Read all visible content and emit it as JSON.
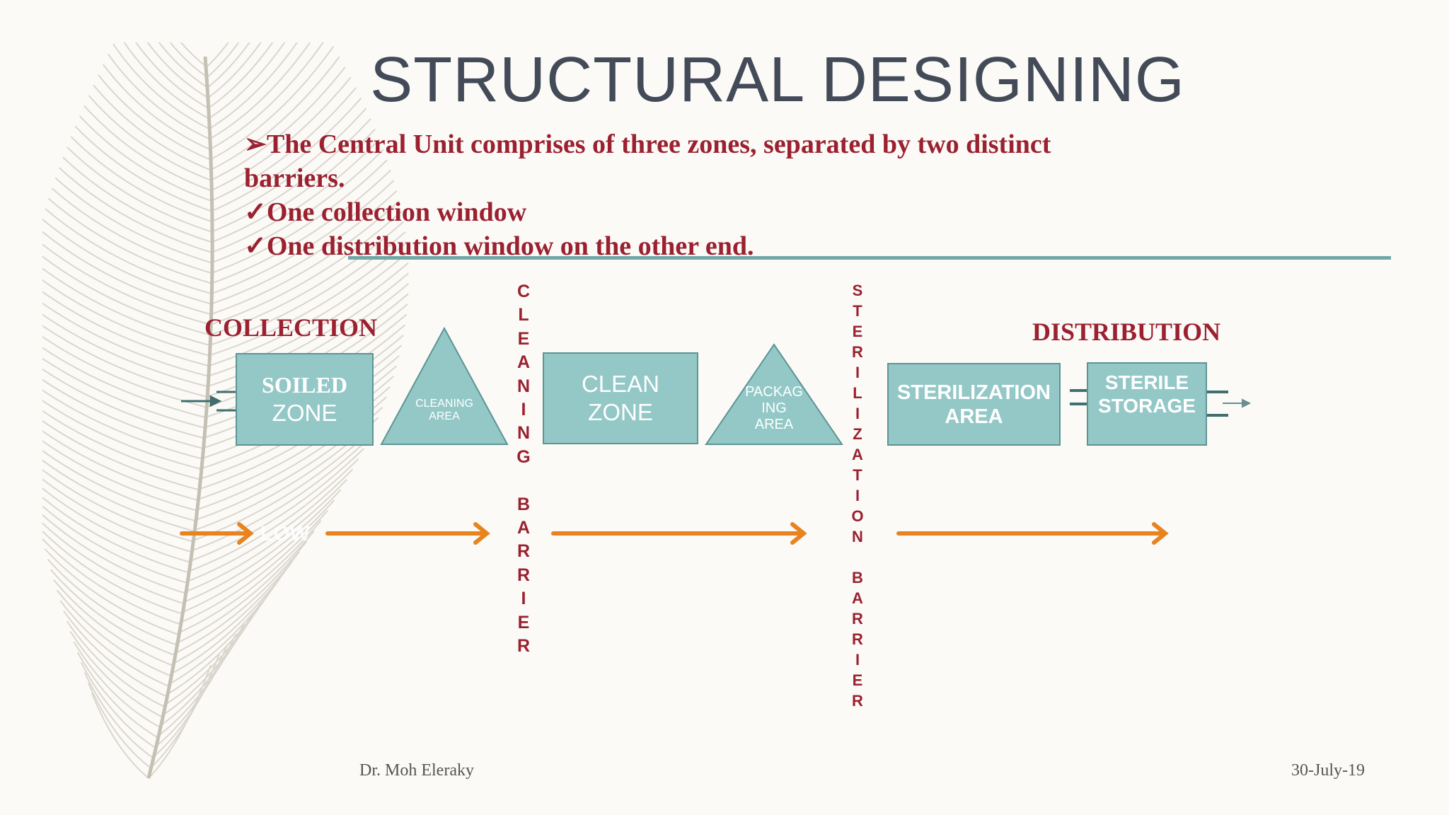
{
  "slide": {
    "title": "STRUCTURAL DESIGNING",
    "bullets": [
      {
        "marker": "➢",
        "text": "The Central Unit comprises of three zones, separated by two distinct"
      },
      {
        "marker": "",
        "text": "barriers."
      },
      {
        "marker": "✓",
        "text": "One collection window"
      },
      {
        "marker": "✓",
        "text": "One distribution window on the other end."
      }
    ]
  },
  "diagram": {
    "collection_label": "COLLECTION",
    "distribution_label": "DISTRIBUTION",
    "soiled_zone": {
      "line1": "SOILED",
      "line2": "ZONE"
    },
    "cleaning_area": "CLEANING\nAREA",
    "clean_zone": {
      "line1": "CLEAN",
      "line2": "ZONE"
    },
    "packaging_area": "PACKAG\nING\nAREA",
    "sterilization_area": {
      "line1": "STERILIZATION",
      "line2": "AREA"
    },
    "sterile_storage": {
      "line1": "STERILE",
      "line2": "STORAGE"
    },
    "cleaning_barrier": "C\nL\nE\nA\nN\nI\nN\nG\n\nB\nA\nR\nR\nI\nE\nR",
    "sterilization_barrier": "S\nT\nE\nR\nI\nL\nI\nZ\nA\nT\nI\nO\nN\n\nB\nA\nR\nR\nI\nE\nR",
    "flow_label": "LOW",
    "colors": {
      "box_fill": "#93c8c7",
      "box_border": "#5d9594",
      "accent_red": "#9b2130",
      "arrow_orange": "#e8831e",
      "title_gray": "#434a58"
    }
  },
  "footer": {
    "author": "Dr. Moh Eleraky",
    "date": "30-July-19"
  }
}
